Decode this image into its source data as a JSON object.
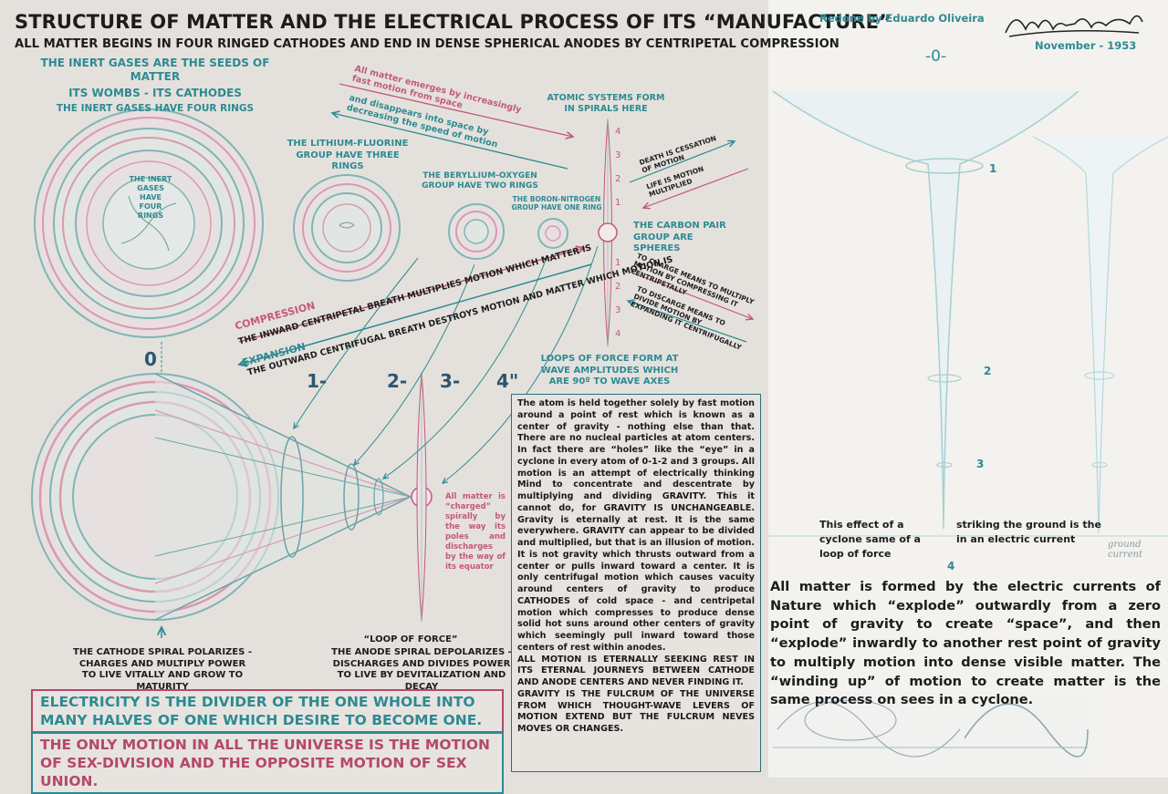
{
  "title": "STRUCTURE OF MATTER AND THE ELECTRICAL PROCESS OF ITS “MANUFACTURE”",
  "subtitle": "ALL MATTER BEGINS IN FOUR RINGED CATHODES AND END IN DENSE SPHERICAL ANODES BY CENTRIPETAL COMPRESSION",
  "credits": {
    "redone": "Redone by Eduardo Oliveira",
    "signature": "Walter Russell",
    "date": "November - 1953"
  },
  "labels": {
    "inert_gases_line1": "THE INERT GASES ARE THE SEEDS OF MATTER",
    "inert_gases_line2": "ITS WOMBS - ITS CATHODES",
    "inert_gases_line3": "THE INERT GASES HAVE FOUR RINGS",
    "inert_inner": "THE INERT GASES HAVE FOUR RINGS",
    "lithium": "THE LITHIUM-FLUORINE GROUP HAVE THREE RINGS",
    "beryllium": "THE BERYLLIUM-OXYGEN GROUP HAVE TWO RINGS",
    "boron": "THE BORON-NITROGEN GROUP HAVE ONE RING",
    "carbon": "THE CARBON PAIR GROUP ARE SPHERES",
    "atomic_spirals": "ATOMIC SYSTEMS FORM IN SPIRALS HERE",
    "loops_of_force": "LOOPS OF FORCE FORM AT WAVE AMPLITUDES WHICH ARE 90º TO WAVE AXES",
    "all_matter_emerges": "All matter emerges by increasingly fast motion from space",
    "and_disappears": "and disappears into space by decreasing the speed of motion",
    "death": "DEATH IS CESSATION OF MOTION",
    "life": "LIFE IS MOTION MULTIPLIED",
    "to_charge": "TO CHARGE MEANS TO MULTIPLY MOTION BY COMPRESSING IT CENTRIPETALLY",
    "to_discharge": "TO DISCARGE MEANS TO DIVIDE MOTION BY EXPANDING IT CENTRIFUGALLY",
    "compression": "COMPRESSION",
    "compression_text": "THE INWARD CENTRIPETAL BREATH MULTIPLIES MOTION WHICH MATTER IS",
    "expansion": "EXPANSION",
    "expansion_text": "THE OUTWARD CENTRIFUGAL BREATH DESTROYS MOTION AND MATTER WHICH MOTION IS",
    "num_0": "0",
    "num_1": "1-",
    "num_2": "2-",
    "num_3": "3-",
    "num_4": "4\"",
    "charged": "All matter is “charged” spirally by the way its poles and discharges by the way of its equator",
    "loop_of_force_title": "“LOOP OF FORCE”",
    "anode_spiral": "THE ANODE SPIRAL DEPOLARIZES - DISCHARGES AND DIVIDES POWER TO LIVE BY DEVITALIZATION AND DECAY",
    "cathode_spiral": "THE CATHODE SPIRAL POLARIZES - CHARGES AND MULTIPLY POWER TO LIVE VITALLY AND GROW TO MATURITY",
    "spindle_numbers_top": [
      "4",
      "3",
      "2",
      "1"
    ],
    "spindle_numbers_bottom": [
      "1",
      "2",
      "3",
      "4"
    ]
  },
  "paragraph": [
    "The atom is held together solely by fast motion around a point of rest which is known as a center of gravity - nothing else than that. There are no nucleal particles at atom centers. In fact there are “holes” like the “eye” in a cyclone in every atom of 0-1-2 and 3 groups. All motion is an attempt of electrically thinking Mind to concentrate and descentrate by multiplying and dividing GRAVITY. This it cannot do, for GRAVITY IS UNCHANGEABLE. Gravity is eternally at rest. It is the same everywhere. GRAVITY can appear to be divided and multiplied, but that is an illusion of motion. It is not gravity which thrusts outward from a center or pulls inward toward a center. It is only centrifugal motion which causes vacuity around centers of gravity to produce CATHODES of cold space - and centripetal motion which compresses to produce dense solid hot suns around other centers of gravity which seemingly pull inward toward those centers of rest within anodes.",
    "ALL MOTION IS ETERNALLY SEEKING REST IN ITS ETERNAL JOURNEYS BETWEEN CATHODE AND ANODE CENTERS AND NEVER FINDING IT.",
    "GRAVITY IS THE FULCRUM OF THE UNIVERSE FROM WHICH THOUGHT-WAVE LEVERS OF MOTION EXTEND BUT THE FULCRUM NEVES MOVES OR CHANGES."
  ],
  "statements": {
    "electricity": "ELECTRICITY IS THE DIVIDER OF THE ONE WHOLE INTO MANY HALVES OF ONE WHICH DESIRE TO BECOME ONE.",
    "motion": "THE ONLY MOTION IN ALL THE UNIVERSE IS THE MOTION OF SEX-DIVISION AND THE OPPOSITE MOTION OF SEX UNION."
  },
  "right_panel": {
    "label_0": "-0-",
    "levels": [
      "1",
      "2",
      "3",
      "4"
    ],
    "caption_1": "This effect of a cyclone same of a loop of force",
    "caption_2": "striking the ground is the in an electric current",
    "handwriting": "ground current",
    "text": "All matter is formed by the electric currents of Nature which “explode” outwardly from a zero point of gravity to create “space”, and then “explode” inwardly to another rest point of gravity to multiply motion into dense visible matter. The “winding up” of motion to create matter is the same process on sees in a cyclone."
  },
  "colors": {
    "teal": "#2d8a93",
    "pink": "#c5577c",
    "dark_teal": "#2d5570",
    "background": "#e4e1dc"
  }
}
